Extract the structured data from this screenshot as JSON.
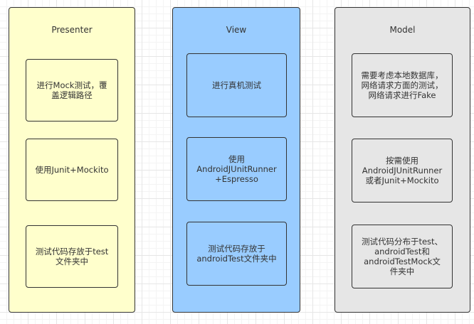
{
  "colors": {
    "presenter_fill": "#ffffcc",
    "view_fill": "#99ccff",
    "model_fill": "#e6e6e6",
    "stroke": "#333333"
  },
  "columns": [
    {
      "title": "Presenter",
      "boxes": [
        "进行Mock测试，覆\n盖逻辑路径",
        "使用Junit+Mockito",
        "测试代码存放于test\n文件夹中"
      ]
    },
    {
      "title": "View",
      "boxes": [
        "进行真机测试",
        "使用\nAndroidJUnitRunner\n+Espresso",
        "测试代码存放于\nandroidTest文件夹中"
      ]
    },
    {
      "title": "Model",
      "boxes": [
        "需要考虑本地数据库，\n网络请求方面的测试，\n网络请求进行Fake",
        "按需使用\nAndroidJUnitRunner\n或者Junit+Mockito",
        "测试代码分布于test、\nandroidTest和\nandroidTestMock文\n件夹中"
      ]
    }
  ]
}
